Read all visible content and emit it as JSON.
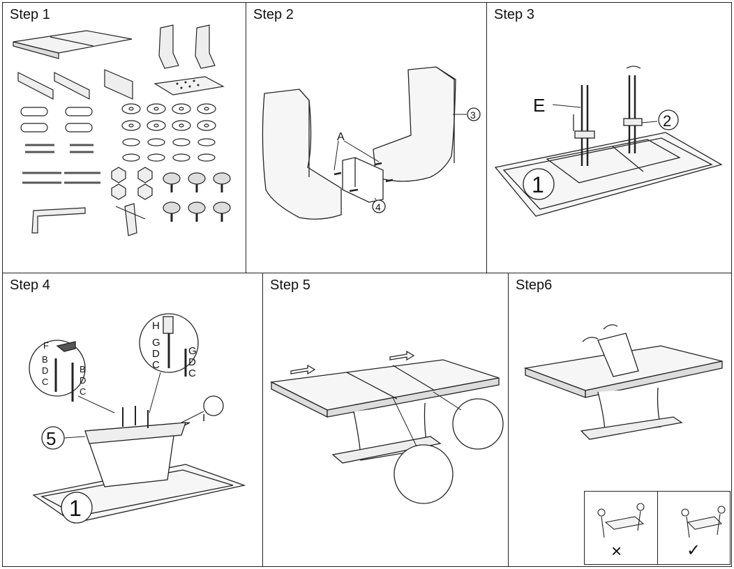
{
  "steps": [
    {
      "title": "Step 1"
    },
    {
      "title": "Step 2",
      "labels": {
        "a": "A",
        "n3": "3",
        "n4": "4"
      }
    },
    {
      "title": "Step 3",
      "labels": {
        "e": "E",
        "n1": "1",
        "n2": "2"
      }
    },
    {
      "title": "Step 4",
      "labels": {
        "n5": "5",
        "n1": "1",
        "f": "F",
        "b1": "B",
        "d1": "D",
        "c1": "C",
        "b2": "B",
        "d2": "D",
        "c2": "C",
        "h": "H",
        "g1": "G",
        "d3": "D",
        "c3": "C",
        "g2": "G",
        "d4": "D",
        "c4": "C",
        "i": "I"
      }
    },
    {
      "title": "Step 5"
    },
    {
      "title": "Step6"
    }
  ],
  "lift_guide": {
    "wrong_mark": "×",
    "right_mark": "✓"
  }
}
